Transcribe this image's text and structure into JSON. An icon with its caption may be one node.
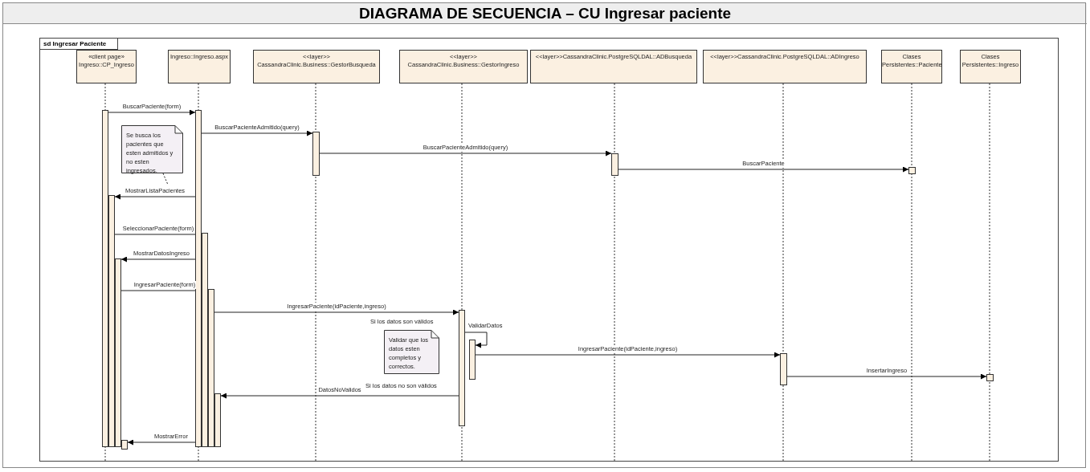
{
  "diagram": {
    "title": "DIAGRAMA DE SECUENCIA – CU Ingresar paciente",
    "nodes": [
      {
        "text": [
          "sd Ingresar Paciente"
        ]
      },
      {
        "text": [
          "«client page»",
          "Ingreso::CP_Ingreso"
        ],
        "in": 0
      },
      {
        "text": [
          "Ingreso::Ingreso.aspx"
        ],
        "in": 0
      },
      {
        "text": [
          "<<layer>>",
          "CassandraClinic.Business::GestorBusqueda"
        ],
        "in": 0
      },
      {
        "text": [
          "<<layer>>",
          "CassandraClinic.Business::GestorIngreso"
        ],
        "in": 0
      },
      {
        "text": [
          "<<layer>>CassandraClinic.PostgreSQLDAL::ADBusqueda"
        ],
        "in": 0
      },
      {
        "text": [
          "<<layer>>CassandraClinic.PostgreSQLDAL::ADIngreso"
        ],
        "in": 0
      },
      {
        "text": [
          "Clases Persistentes::Paciente"
        ],
        "in": 0
      },
      {
        "text": [
          "Clases Persistentes::Ingreso"
        ],
        "in": 0
      },
      {
        "text": [
          "Se busca los pacientes que esten admitidos y no esten ingresados."
        ],
        "in": 0
      },
      {
        "text": [
          "Validar que los datos esten completos y correctos."
        ],
        "in": 0
      },
      {
        "text": [],
        "shape": "bar",
        "in": 0
      },
      {
        "text": [],
        "shape": "bar",
        "in": 0
      },
      {
        "text": [],
        "shape": "bar",
        "in": 0
      },
      {
        "text": [],
        "shape": "bar",
        "in": 0
      },
      {
        "text": [],
        "shape": "bar",
        "in": 0
      },
      {
        "text": [],
        "shape": "bar",
        "in": 0
      },
      {
        "text": [],
        "shape": "bar",
        "in": 0
      },
      {
        "text": [],
        "shape": "bar",
        "in": 0
      },
      {
        "text": [],
        "shape": "bar",
        "in": 0
      },
      {
        "text": [],
        "shape": "bar",
        "in": 0
      },
      {
        "text": [],
        "shape": "bar",
        "in": 0
      },
      {
        "text": [],
        "shape": "bar",
        "in": 0
      },
      {
        "text": [],
        "shape": "bar",
        "in": 0
      },
      {
        "text": [],
        "shape": "bar",
        "in": 0
      },
      {
        "text": [],
        "shape": "bar",
        "in": 0
      }
    ],
    "edges": [
      {
        "from": 11,
        "to": 12,
        "arrow": "to",
        "label": "BuscarPaciente(form)"
      },
      {
        "from": 12,
        "to": 13,
        "arrow": "to",
        "label": "BuscarPacienteAdmitido(query)"
      },
      {
        "from": 13,
        "to": 14,
        "arrow": "to",
        "label": "BuscarPacienteAdmitido(query)"
      },
      {
        "from": 14,
        "to": 15,
        "arrow": "to",
        "label": "BuscarPaciente"
      },
      {
        "from": 12,
        "to": 16,
        "arrow": "to",
        "label": "MostrarListaPacientes"
      },
      {
        "from": 16,
        "to": 17,
        "arrow": "to",
        "label": "SeleccionarPaciente(form)"
      },
      {
        "from": 17,
        "to": 18,
        "arrow": "to",
        "label": "MostrarDatosIngreso"
      },
      {
        "from": 18,
        "to": 19,
        "arrow": "to",
        "label": "IngresarPaciente(form)"
      },
      {
        "from": 19,
        "to": 20,
        "arrow": "to",
        "label": "IngresarPaciente(idPaciente,ingreso)"
      },
      {
        "from": 20,
        "to": 21,
        "arrow": "to",
        "label": "ValidarDatos"
      },
      {
        "from": 21,
        "to": 22,
        "arrow": "to",
        "label": "IngresarPaciente(idPaciente,ingreso)"
      },
      {
        "from": 22,
        "to": 23,
        "arrow": "to",
        "label": "InsertarIngreso"
      },
      {
        "from": 20,
        "to": 24,
        "arrow": "to",
        "label": "DatosNoValidos"
      },
      {
        "from": 24,
        "to": 25,
        "arrow": "to",
        "label": "MostrarError"
      },
      {
        "from": 9,
        "to": null,
        "arrow": "none",
        "style": "dashed"
      }
    ],
    "labels": [
      "Si los datos son válidos",
      "Si los datos no son válidos"
    ]
  }
}
